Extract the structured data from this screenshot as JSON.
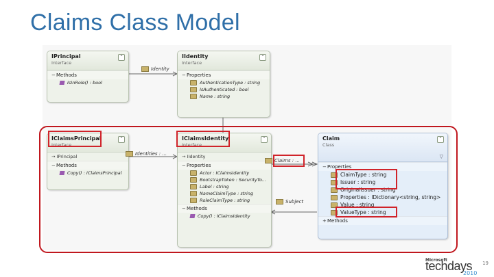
{
  "title": "Claims Class Model",
  "classes": {
    "iprincipal": {
      "name": "IPrincipal",
      "kind": "Interface",
      "sections": [
        {
          "label": "Methods",
          "members": [
            "IsInRole() : bool"
          ]
        }
      ]
    },
    "iidentity": {
      "name": "IIdentity",
      "kind": "Interface",
      "sections": [
        {
          "label": "Properties",
          "members": [
            "AuthenticationType : string",
            "IsAuthenticated : bool",
            "Name : string"
          ]
        }
      ]
    },
    "iclaimsprincipal": {
      "name": "IClaimsPrincipal",
      "kind": "Interface",
      "inherits": "IPrincipal",
      "sections": [
        {
          "label": "Methods",
          "members": [
            "Copy() : IClaimsPrincipal"
          ]
        }
      ]
    },
    "iclaimsidentity": {
      "name": "IClaimsIdentity",
      "kind": "Interface",
      "inherits": "IIdentity",
      "sections": [
        {
          "label": "Properties",
          "members": [
            "Actor : IClaimsIdentity",
            "BootstrapToken : SecurityTo...",
            "Label : string",
            "NameClaimType : string",
            "RoleClaimType : string"
          ]
        },
        {
          "label": "Methods",
          "members": [
            "Copy() : IClaimsIdentity"
          ]
        }
      ]
    },
    "claim": {
      "name": "Claim",
      "kind": "Class",
      "sections": [
        {
          "label": "Properties",
          "members": [
            "ClaimType : string",
            "Issuer : string",
            "OriginalIssuer : string",
            "Properties : IDictionary<string, string>",
            "Value : string",
            "ValueType : string"
          ]
        },
        {
          "label": "Methods",
          "members": []
        }
      ]
    }
  },
  "associations": {
    "identity": "Identity",
    "identities": "Identities : ...",
    "claims": "Claims : ...",
    "subject": "Subject"
  },
  "footer": {
    "slide_number": "19",
    "logo_brand": "Microsoft",
    "logo_text": "techdays",
    "logo_year": "2010"
  },
  "colors": {
    "title": "#2f6fa8",
    "highlight": "#d0232a"
  }
}
